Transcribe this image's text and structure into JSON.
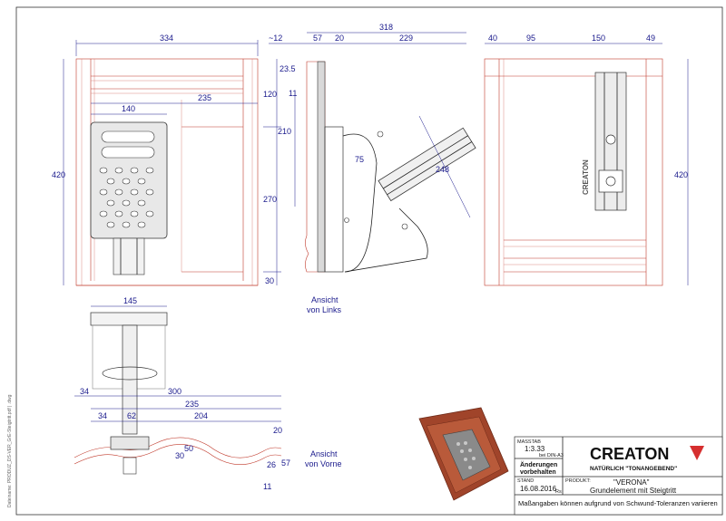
{
  "dimensions": {
    "front_width": "334",
    "front_height": "420",
    "plate_width": "140",
    "dim_235_top": "235",
    "dim_120": "120",
    "dim_270": "270",
    "dim_30_right": "30",
    "dim_12": "~12",
    "dim_23_5": "23.5",
    "dim_11_side": "11",
    "dim_57": "57",
    "dim_20_top": "20",
    "dim_318": "318",
    "dim_229": "229",
    "dim_210": "210",
    "dim_75": "75",
    "dim_248": "248",
    "dim_40": "40",
    "dim_95": "95",
    "dim_150": "150",
    "dim_49": "49",
    "back_height": "420",
    "bottom_145": "145",
    "bottom_34a": "34",
    "bottom_300": "300",
    "bottom_235": "235",
    "bottom_34b": "34",
    "bottom_62": "62",
    "bottom_204": "204",
    "bottom_20": "20",
    "bottom_50": "50",
    "bottom_30": "30",
    "bottom_26": "26",
    "bottom_57": "57",
    "bottom_11": "11"
  },
  "views": {
    "left_line1": "Ansicht",
    "left_line2": "von Links",
    "front_line1": "Ansicht",
    "front_line2": "von Vorne"
  },
  "title_block": {
    "massstab_label": "MASSTAB",
    "massstab_value": "1:3.33",
    "massstab_sub": "bei DIN-A3",
    "changes_line1": "Änderungen",
    "changes_line2": "vorbehalten",
    "stand_label": "STAND",
    "stand_value": "16.08.2016",
    "stand_suffix": "Rs",
    "produkt_label": "PRODUKT:",
    "product_name": "\"VERONA\"",
    "product_desc": "Grundelement mit Steigtritt",
    "brand": "CREATON",
    "slogan": "NATÜRLICH \"TONANGEBEND\"",
    "footer": "Maßangaben können aufgrund von Schwund-Toleranzen variieren"
  },
  "side_text": "Dateiname: PRODUZ_DS-VER_GrE-Steigtritt.pdf | .dwg",
  "tile_brand": "CREATON",
  "colors": {
    "dimension": "#1a1a8c",
    "tile_outline": "#c0392b",
    "tile_fill": "#a0442a",
    "brand_red": "#d62f2f"
  }
}
